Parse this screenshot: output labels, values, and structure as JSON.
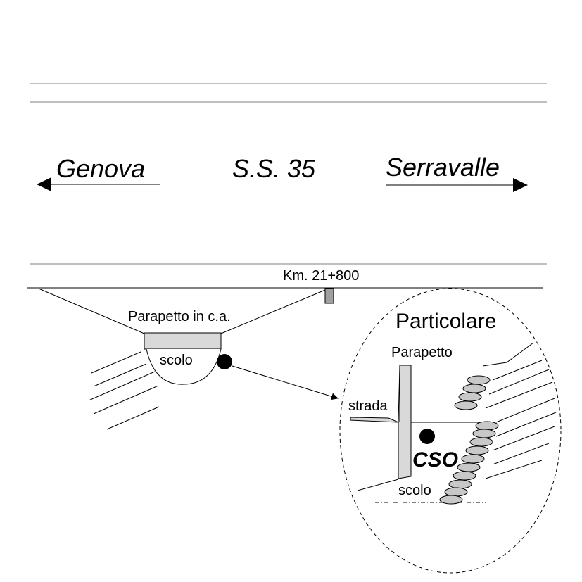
{
  "road": {
    "left_destination": "Genova",
    "route_name": "S.S. 35",
    "right_destination": "Serravalle",
    "kilometer_marker": "Km. 21+800"
  },
  "section": {
    "parapet_label": "Parapetto in c.a.",
    "drain_label": "scolo"
  },
  "detail": {
    "title": "Particolare",
    "parapet_label": "Parapetto",
    "road_label": "strada",
    "cso_label": "CSO",
    "drain_label": "scolo"
  },
  "colors": {
    "line": "#000000",
    "road_edge": "#808080",
    "concrete": "#d9d9d9",
    "rock": "#c8c8c8"
  }
}
